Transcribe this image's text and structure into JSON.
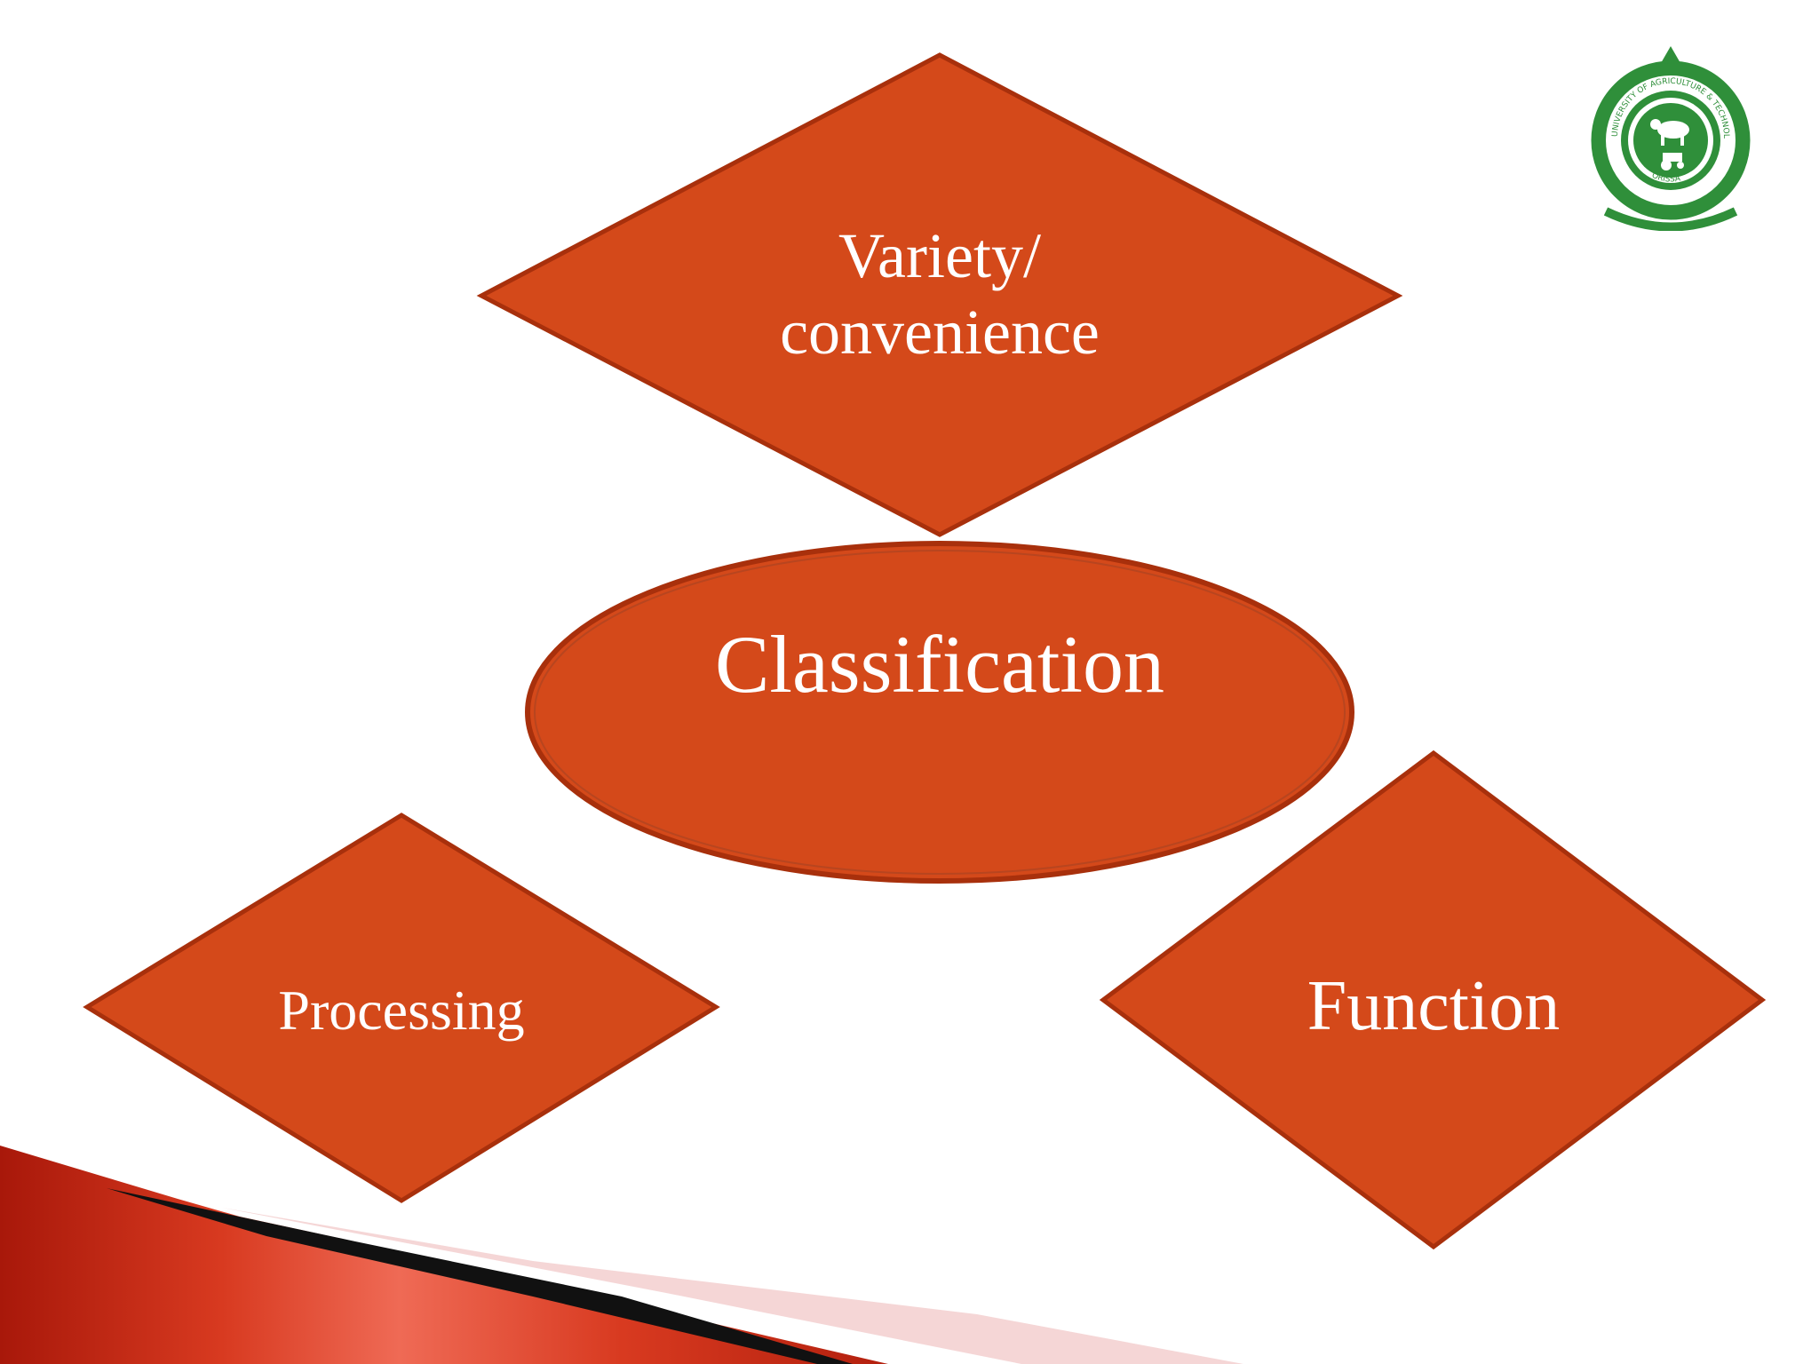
{
  "diagram": {
    "center": {
      "label": "Classification"
    },
    "top": {
      "line1": "Variety/",
      "line2": "convenience"
    },
    "left": {
      "label": "Processing"
    },
    "right": {
      "label": "Function"
    }
  },
  "logo": {
    "text_outer": "UNIVERSITY OF AGRICULTURE & TECHNOLOGY",
    "text_inner": "ORISSA"
  },
  "colors": {
    "shape_fill": "#d4491a",
    "shape_stroke": "#a8300c",
    "text": "#ffffff",
    "logo_green": "#2f8f3a",
    "ribbon_red": "#c0200c"
  }
}
